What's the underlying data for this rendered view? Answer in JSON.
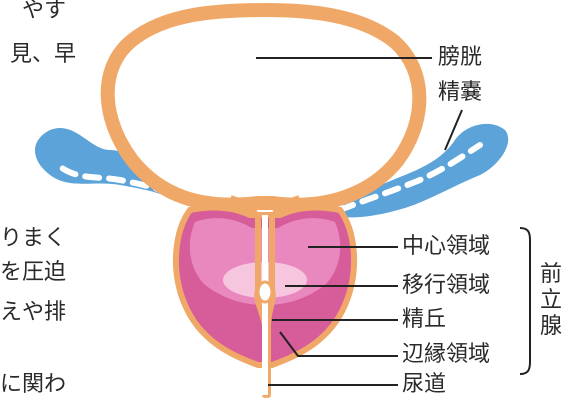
{
  "background_text": {
    "line1": "やす",
    "line2": "見、早",
    "line3": "りまく",
    "line4": "を圧迫",
    "line5": "えや排",
    "line6": "に関わ"
  },
  "labels": {
    "bladder": "膀胱",
    "seminal_vesicle": "精嚢",
    "central_zone": "中心領域",
    "transition_zone": "移行領域",
    "verumontanum": "精丘",
    "peripheral_zone": "辺縁領域",
    "urethra": "尿道",
    "prostate": "前立腺"
  },
  "colors": {
    "bladder_wall": "#f0a868",
    "vesicle": "#5ba3d8",
    "prostate": "#d65c9a",
    "central": "#e888bf",
    "transition": "#f6c6df",
    "urethra": "#f0a868"
  }
}
